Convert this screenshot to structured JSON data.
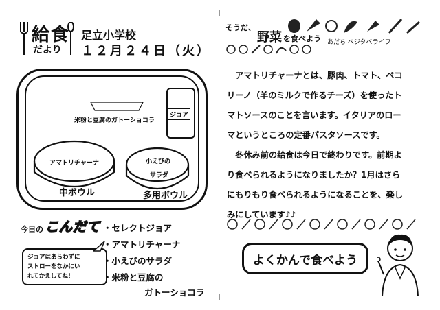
{
  "header": {
    "logo_title": "給食",
    "logo_sub": "だより",
    "school": "足立小学校",
    "date": "１２月２４日（火）"
  },
  "tray": {
    "cake_label": "米粉と豆腐のガトーショコラ",
    "joa_label": "ジョア",
    "bowl1_text": "アマトリチャーナ",
    "bowl1_label": "中ボウル",
    "bowl2_text_line1": "小えびの",
    "bowl2_text_line2": "サラダ",
    "bowl2_label": "多用ボウル"
  },
  "menu": {
    "heading_small": "今日の",
    "heading_big": "こんだて",
    "items": [
      "・セレクトジョア",
      "・アマトリチャーナ",
      "・小えびのサラダ",
      "・米粉と豆腐の",
      "ガトーショコラ"
    ],
    "bubble": [
      "ジョアはあらわずに",
      "ストローをなかにい",
      "れてかえしてね！"
    ]
  },
  "right": {
    "banner_small": "そうだ、",
    "banner_big": "野菜",
    "banner_tail": "を食べよう",
    "banner_sub": "あだち ベジタベライフ",
    "paragraph_lines": [
      "　アマトリチャーナとは、豚肉、トマト、ペコ",
      "リーノ（羊のミルクで作るチーズ）を使ったト",
      "マトソースのことを言います。イタリアのロー",
      "マというところの定番パスタソースです。",
      "　冬休み前の給食は今日で終わりです。前期よ",
      "り食べられるようになりましたか？1月はさら",
      "にもりもり食べられるようになることを、楽し",
      "みにしています♪♪"
    ],
    "eat_text": "よくかんで食べよう"
  }
}
